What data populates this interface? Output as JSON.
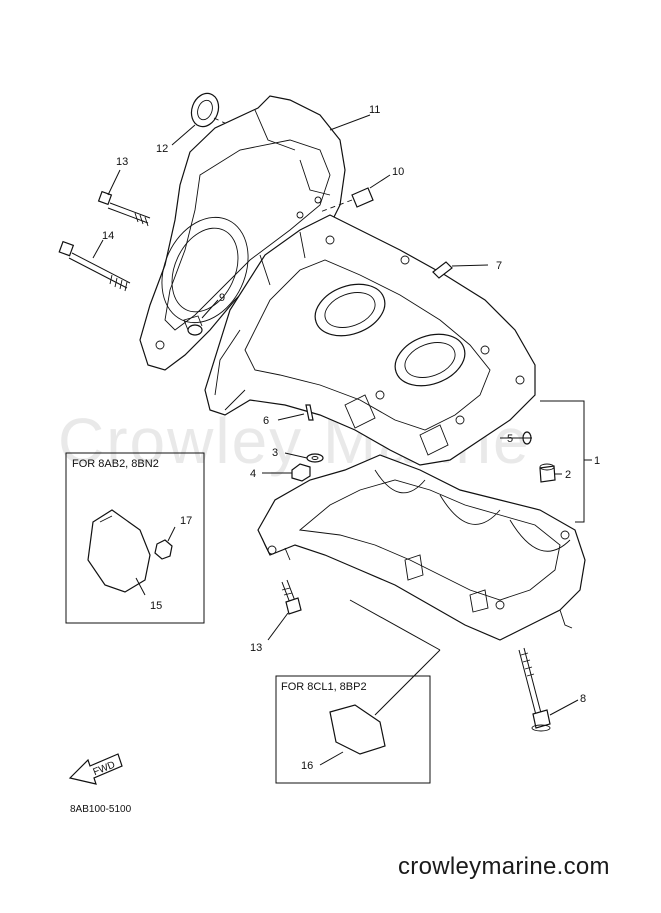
{
  "watermark": "Crowley Marine",
  "diagram_code": "8AB100-5100",
  "footer_url": "crowleymarine.com",
  "fwd_label": "FWD",
  "inset_left": {
    "title": "FOR 8AB2, 8BN2",
    "callouts": [
      "17",
      "15"
    ]
  },
  "inset_right": {
    "title": "FOR 8CL1, 8BP2",
    "callouts": [
      "16"
    ]
  },
  "callouts": {
    "c1": "1",
    "c2": "2",
    "c3": "3",
    "c4": "4",
    "c5": "5",
    "c6": "6",
    "c7": "7",
    "c8": "8",
    "c9": "9",
    "c10": "10",
    "c11": "11",
    "c12": "12",
    "c13a": "13",
    "c13b": "13",
    "c14": "14"
  }
}
